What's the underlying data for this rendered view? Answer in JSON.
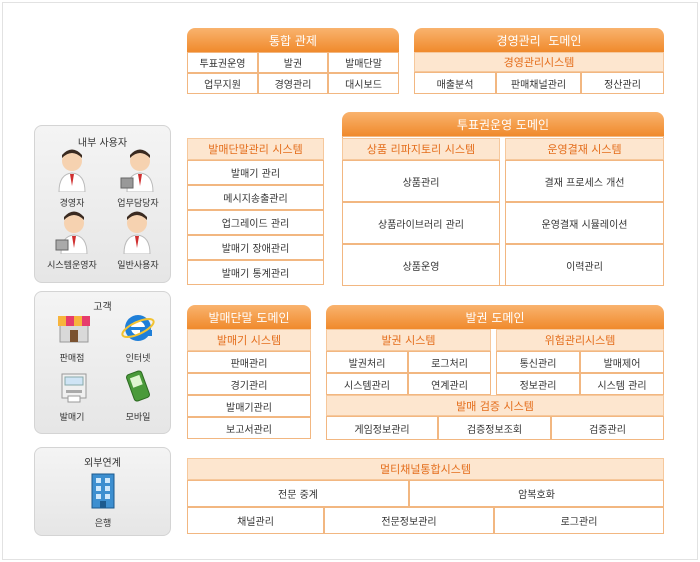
{
  "integrated": {
    "title": "통합 관제",
    "cells": [
      "투표권운영",
      "발권",
      "발매단말",
      "업무지원",
      "경영관리",
      "대시보드"
    ]
  },
  "management_domain": {
    "title": "경영관리  도메인",
    "system": "경영관리시스템",
    "cells": [
      "매출분석",
      "판매채널관리",
      "정산관리"
    ]
  },
  "internal_users": {
    "title": "내부 사용자",
    "items": [
      "경영자",
      "업무담당자",
      "시스템운영자",
      "일반사용자"
    ]
  },
  "customers": {
    "title": "고객",
    "items": [
      "판매점",
      "인터넷",
      "발매기",
      "모바일"
    ]
  },
  "external": {
    "title": "외부연계",
    "items": [
      "은행"
    ]
  },
  "terminal_mgmt": {
    "title": "발매단말관리 시스템",
    "cells": [
      "발매기 관리",
      "메시지송출관리",
      "업그레이드 관리",
      "발매기 장애관리",
      "발매기 통계관리"
    ]
  },
  "betting_domain": {
    "title": "투표권운영 도메인",
    "product_repo": {
      "title": "상품 리파지토리 시스템",
      "cells": [
        "상품관리",
        "상품라이브러리 관리",
        "상품운영"
      ]
    },
    "settlement": {
      "title": "운영결재 시스템",
      "cells": [
        "결재 프로세스 개선",
        "운영결재 시뮬레이션",
        "이력관리"
      ]
    }
  },
  "terminal_domain": {
    "title": "발매단말 도메인",
    "system": "발매기 시스템",
    "cells": [
      "판매관리",
      "경기관리",
      "발매기관리",
      "보고서관리"
    ]
  },
  "ticket_domain": {
    "title": "발권 도메인",
    "ticket_system": {
      "title": "발권 시스템",
      "cells": [
        "발권처리",
        "로그처리",
        "시스템관리",
        "연계관리"
      ]
    },
    "risk_system": {
      "title": "위험관리시스템",
      "cells": [
        "통신관리",
        "발매제어",
        "정보관리",
        "시스템 관리"
      ]
    },
    "verify_system": {
      "title": "발매 검증 시스템",
      "cells": [
        "게임정보관리",
        "검증정보조회",
        "검증관리"
      ]
    }
  },
  "multichannel": {
    "title": "멀티채널통합시스템",
    "row1": [
      "전문 중계",
      "암복호화"
    ],
    "row2": [
      "채널관리",
      "전문정보관리",
      "로그관리"
    ]
  },
  "colors": {
    "accent": "#f08a2c",
    "accent_light": "#fde6cf",
    "panel": "#ececec"
  }
}
